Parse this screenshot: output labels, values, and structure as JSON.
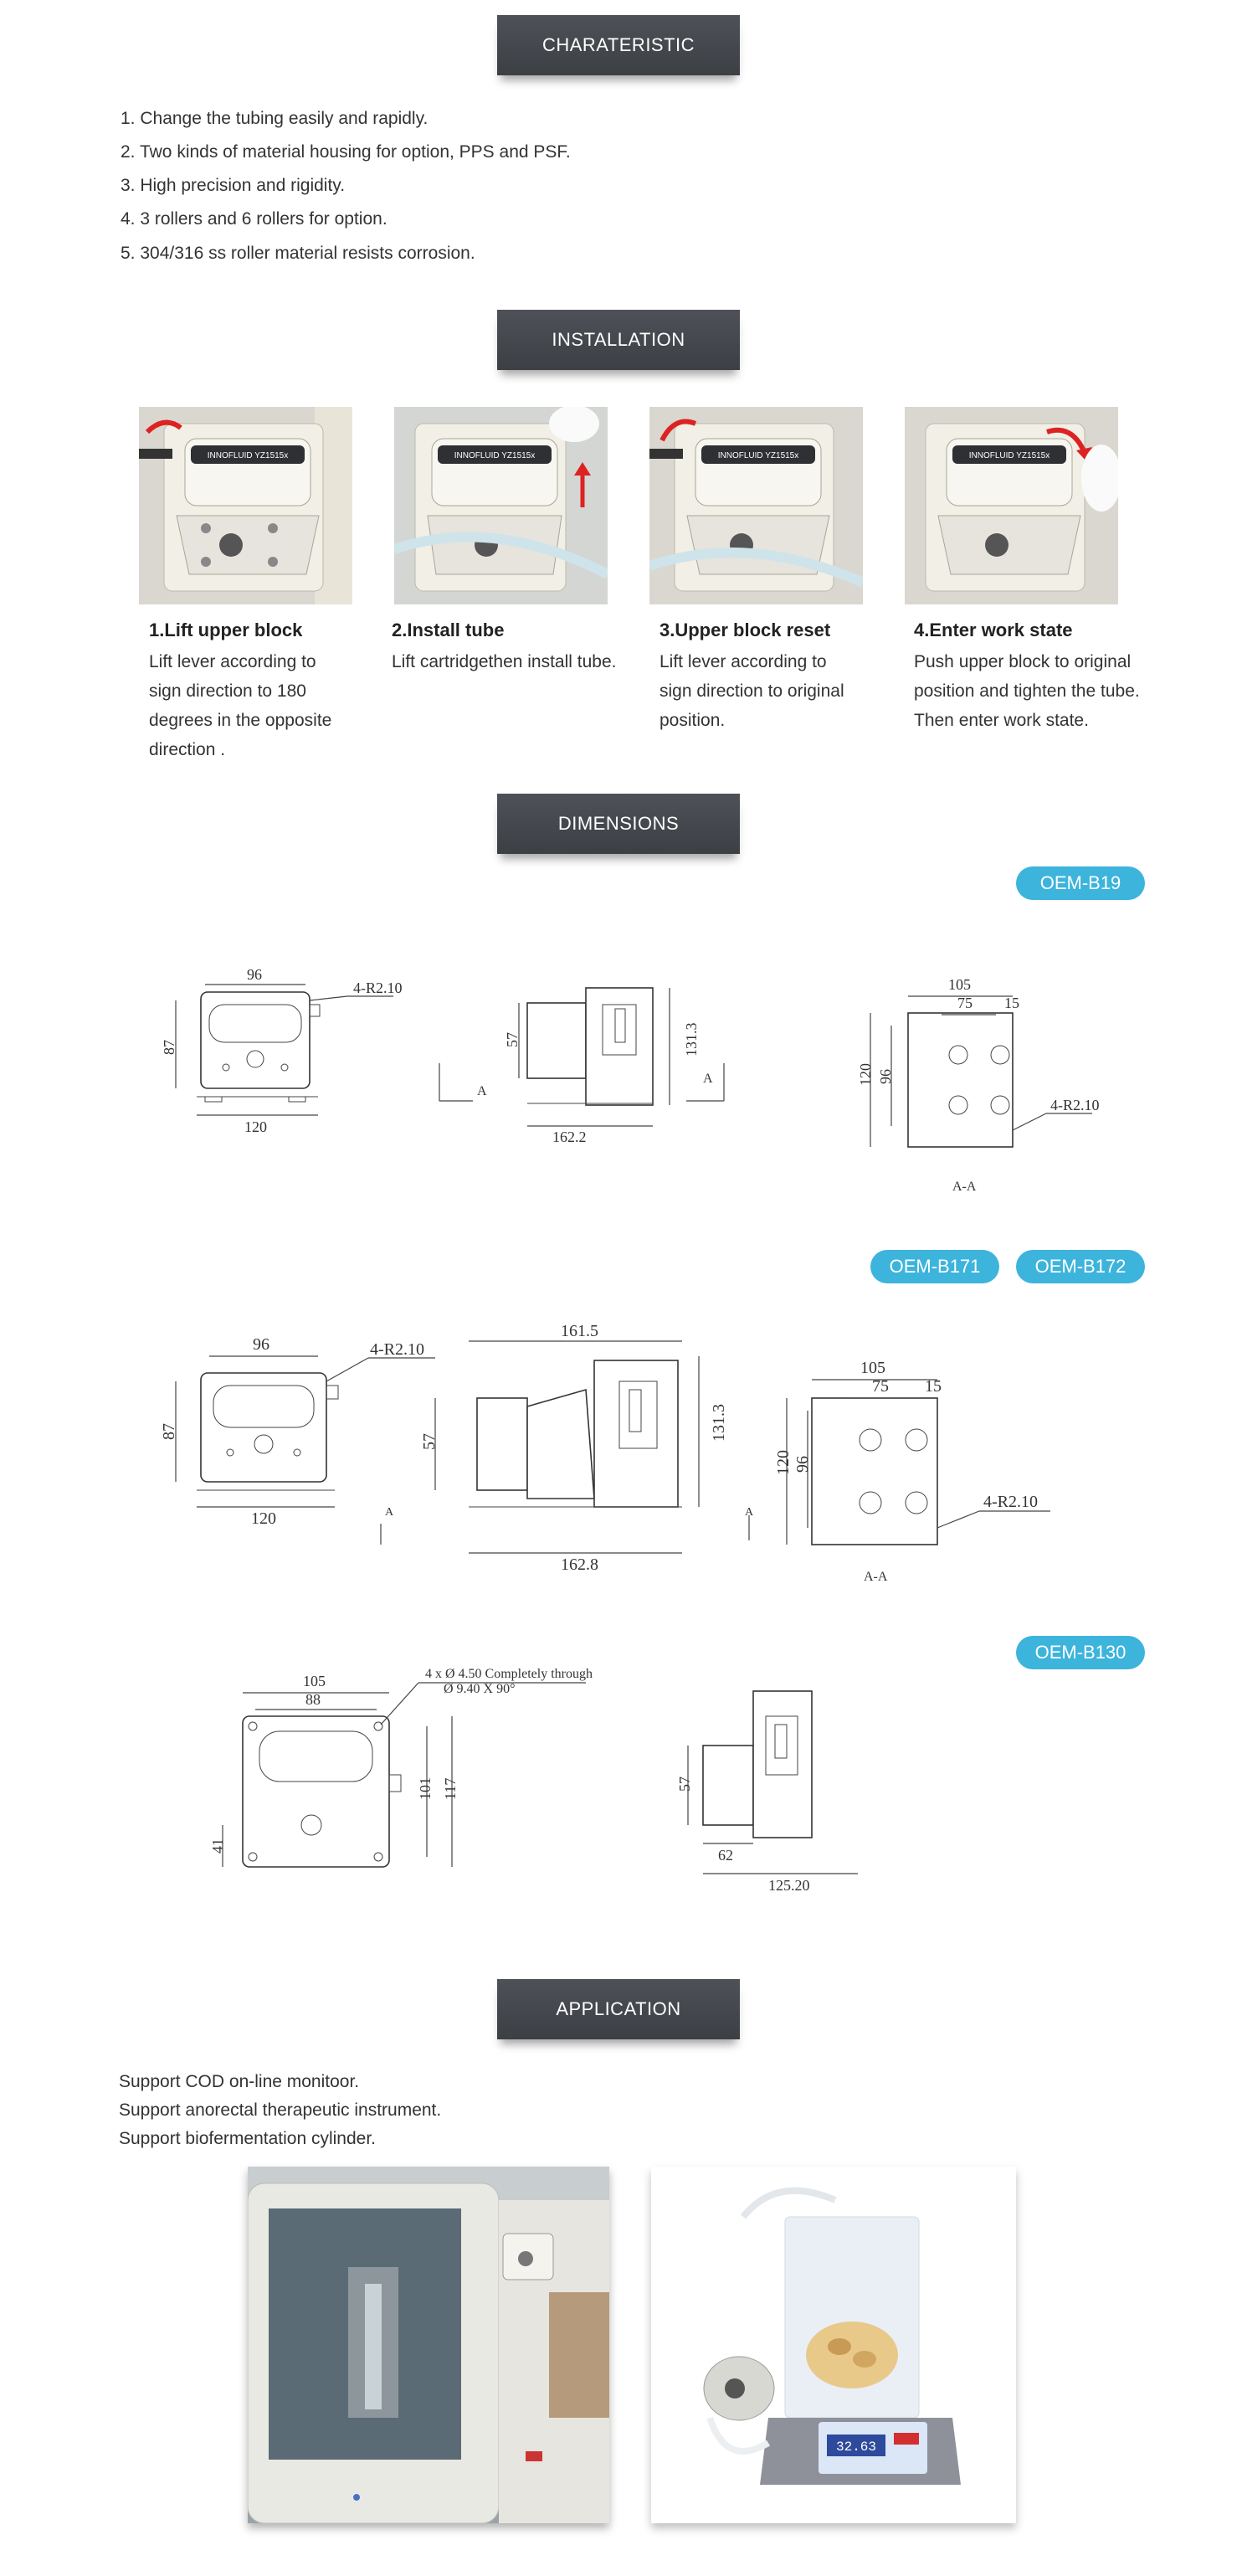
{
  "sections": {
    "characteristic": "CHARATERISTIC",
    "installation": "INSTALLATION",
    "dimensions": "DIMENSIONS",
    "application": "APPLICATION"
  },
  "characteristics": [
    "1. Change the tubing easily and rapidly.",
    "2. Two kinds of material housing for option, PPS and PSF.",
    "3. High precision and rigidity.",
    "4. 3 rollers and 6 rollers for option.",
    "5. 304/316 ss roller material resists corrosion."
  ],
  "pump_label": "INNOFLUID YZ1515x",
  "steps": [
    {
      "title": "1.Lift upper block",
      "lines": [
        "Lift lever according to",
        "sign direction to 180",
        "degrees in the opposite",
        "direction ."
      ]
    },
    {
      "title": "2.Install tube",
      "lines": [
        "Lift cartridgethen install tube."
      ]
    },
    {
      "title": "3.Upper block reset",
      "lines": [
        "Lift lever according to",
        "sign direction to original",
        "position."
      ]
    },
    {
      "title": "4.Enter work state",
      "lines": [
        "Push upper block to original",
        "position and tighten the tube.",
        "Then enter work state."
      ]
    }
  ],
  "models": {
    "b19": "OEM-B19",
    "b171": "OEM-B171",
    "b172": "OEM-B172",
    "b130": "OEM-B130"
  },
  "drawing_b19": {
    "front_width": "96",
    "front_height": "87",
    "base_width": "120",
    "hole": "4-R2.10",
    "side_height": "57",
    "side_total": "131.3",
    "side_length": "162.2",
    "section_mark": "A",
    "back_width": "105",
    "back_inner": "75",
    "back_offset": "15",
    "back_height": "120",
    "back_inner_h": "96",
    "back_hole": "4-R2.10",
    "section_label": "A-A"
  },
  "drawing_b17x": {
    "front_width": "96",
    "front_height": "87",
    "base_width": "120",
    "hole": "4-R2.10",
    "side_top": "161.5",
    "side_height": "57",
    "side_total": "131.3",
    "side_length": "162.8",
    "section_mark": "A",
    "back_width": "105",
    "back_inner": "75",
    "back_offset": "15",
    "back_height": "120",
    "back_inner_h": "96",
    "back_hole": "4-R2.10",
    "section_label": "A-A"
  },
  "drawing_b130": {
    "front_width": "105",
    "front_inner": "88",
    "holes_note": "4 x Ø 4.50 Completely through",
    "counter_note": "Ø 9.40 X 90°",
    "height_inner": "101",
    "height_total": "117",
    "base_offset": "41",
    "side_height": "57",
    "side_motor": "62",
    "side_length": "125.20"
  },
  "applications": [
    "Support COD on-line monitoor.",
    "Support anorectal therapeutic instrument.",
    "Support biofermentation cylinder."
  ],
  "scale_display": "32.63",
  "colors": {
    "banner": "#44474c",
    "accent": "#3cb4dc"
  }
}
